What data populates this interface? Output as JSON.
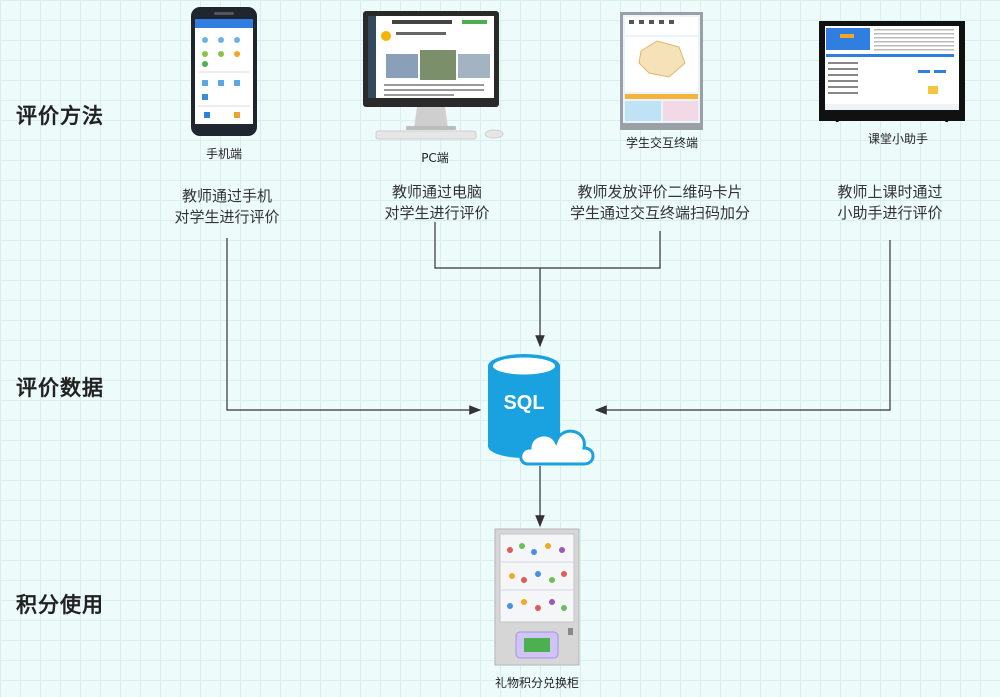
{
  "sections": {
    "evaluation_methods": "评价方法",
    "evaluation_data": "评价数据",
    "points_usage": "积分使用"
  },
  "devices": [
    {
      "label": "手机端",
      "method_line1": "教师通过手机",
      "method_line2": "对学生进行评价"
    },
    {
      "label": "PC端",
      "method_line1": "教师通过电脑",
      "method_line2": "对学生进行评价"
    },
    {
      "label": "学生交互终端",
      "method_line1": "教师发放评价二维码卡片",
      "method_line2": "学生通过交互终端扫码加分"
    },
    {
      "label": "课堂小助手",
      "method_line1": "教师上课时通过",
      "method_line2": "小助手进行评价"
    }
  ],
  "database": {
    "label": "SQL"
  },
  "cabinet": {
    "label": "礼物积分兑换柜"
  },
  "colors": {
    "db_blue": "#1aa1e0",
    "line": "#333333"
  }
}
